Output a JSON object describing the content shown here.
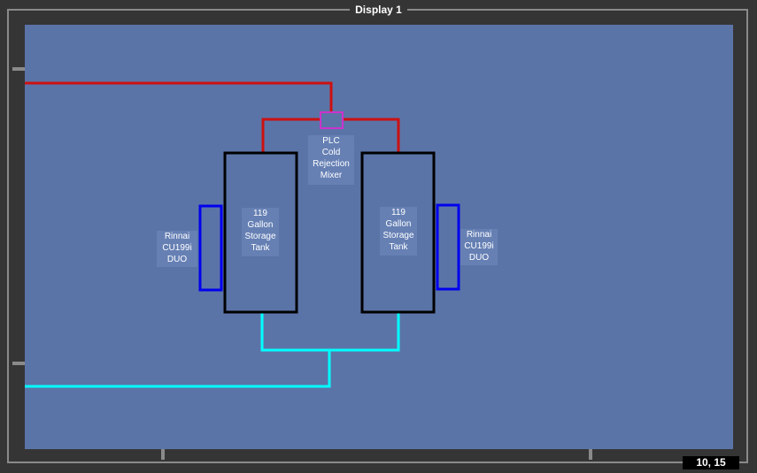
{
  "window": {
    "title": "Display 1",
    "coordinates": "10, 15"
  },
  "colors": {
    "hot_line": "#cc1111",
    "cold_line": "#00ffff",
    "tank_outline": "#000000",
    "heater_outline": "#0000ee",
    "mixer_outline": "#cc33cc",
    "canvas": "#5b74a8"
  },
  "diagram": {
    "mixer_label": "PLC\nCold\nRejection\nMixer",
    "tank_left_label": "119\nGallon\nStorage\nTank",
    "tank_right_label": "119\nGallon\nStorage\nTank",
    "heater_left_label": "Rinnai\nCU199i\nDUO",
    "heater_right_label": "Rinnai\nCU199i\nDUO"
  }
}
